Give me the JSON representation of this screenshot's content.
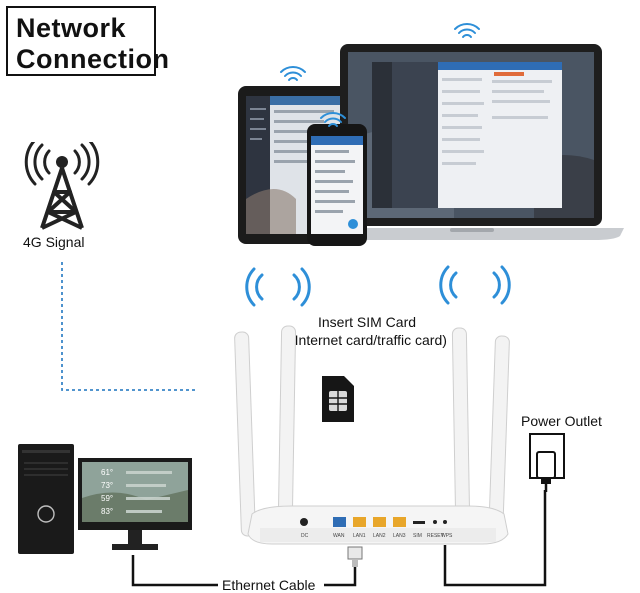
{
  "title": {
    "line1": "Network",
    "line2": "Connection"
  },
  "labels": {
    "signal": "4G Signal",
    "sim_line1": "Insert SIM Card",
    "sim_line2": "(Internet card/traffic card)",
    "power": "Power Outlet",
    "ethernet": "Ethernet Cable"
  },
  "router_ports": [
    "DC",
    "WAN",
    "LAN1",
    "LAN2",
    "LAN3",
    "SIM",
    "RESET",
    "WPS"
  ],
  "monitor_values": [
    "61°",
    "73°",
    "59°",
    "83°"
  ],
  "colors": {
    "wifi": "#2e8fd8",
    "dashed_line": "#3a86c8",
    "cable": "#111111",
    "port": "#e8a62a"
  },
  "icons": [
    "cell-tower-icon",
    "wifi-icon",
    "sim-card-icon",
    "power-plug-icon",
    "dell-logo-icon"
  ]
}
